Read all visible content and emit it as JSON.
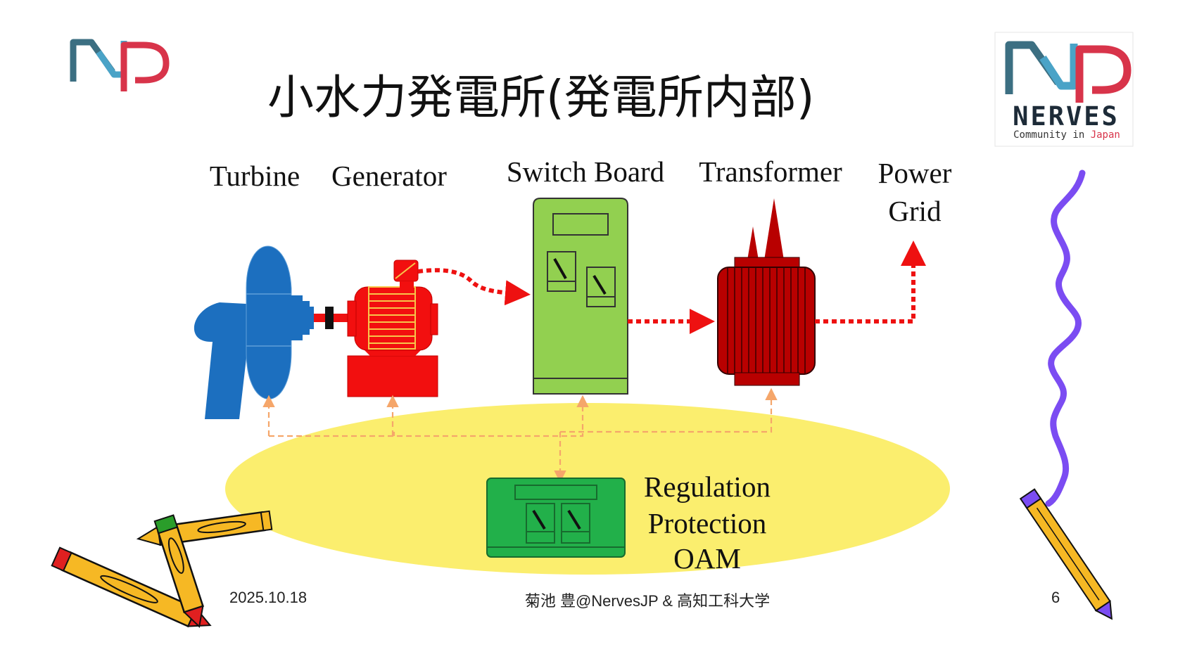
{
  "slide": {
    "title": "小水力発電所(発電所内部)",
    "date": "2025.10.18",
    "author": "菊池 豊@NervesJP & 高知工科大学",
    "page_number": "6"
  },
  "components": {
    "turbine": "Turbine",
    "generator": "Generator",
    "switch_board": "Switch Board",
    "transformer": "Transformer",
    "power_grid_line1": "Power",
    "power_grid_line2": "Grid"
  },
  "control": {
    "line1": "Regulation",
    "line2": "Protection",
    "line3": "OAM"
  },
  "logo": {
    "word": "NERVES",
    "sub_prefix": "Community in ",
    "sub_suffix": "Japan"
  },
  "colors": {
    "turbine": "#1c6fbf",
    "generator": "#f20f0f",
    "switch_board": "#92d050",
    "transformer": "#b80000",
    "control_panel": "#22b04a",
    "power_flow": "#ee1111",
    "control_links": "#f5a66a",
    "control_area": "#fbee6e",
    "lightning": "#7b4cf2",
    "logo_teal": "#3c6f82",
    "logo_red": "#d8344a"
  },
  "icons": [
    "njp-logo-icon",
    "nerves-logo-icon",
    "pencils-clipart",
    "lightning-clipart",
    "pencil-clipart"
  ]
}
